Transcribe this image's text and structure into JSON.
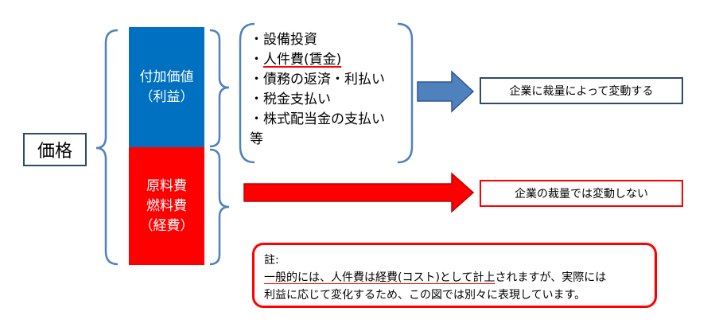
{
  "price_label": "価格",
  "profit_block": {
    "line1": "付加価値",
    "line2": "（利益）"
  },
  "cost_block": {
    "line1": "原料費",
    "line2": "燃料費",
    "line3": "（経費）"
  },
  "usage_list": {
    "items": [
      "・設備投資",
      "・人件費(賃金)",
      "・債務の返済・利払い",
      "・税金支払い",
      "・株式配当金の支払い",
      "等"
    ],
    "wage_prefix": "・"
  },
  "result_varies": "企業に裁量によって変動する",
  "result_fixed": "企業の裁量では変動しない",
  "note": {
    "label": "註:",
    "underlined": "一般的には、人件費は経費(コスト)として計上",
    "line2_rest": "されますが、実際には",
    "line3": "利益に応じて変化するため、この図では別々に表現しています。"
  },
  "colors": {
    "profit_blue": "#0070c0",
    "cost_red": "#ff0000",
    "arrow_blue": "#4f81bd",
    "bracket_blue": "#4f81bd"
  },
  "icons": {
    "main_brace": "left-curly-brace",
    "profit_brace": "right-curly-brace",
    "cost_brace": "right-curly-brace",
    "list_bracket": "rounded-bracket",
    "arrow_profit": "right-arrow-blue",
    "arrow_cost": "right-arrow-red"
  }
}
